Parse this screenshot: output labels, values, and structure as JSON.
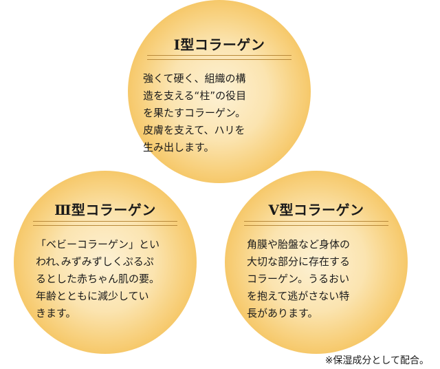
{
  "colors": {
    "circle_center": "#fdf1d4",
    "circle_edge": "#f6c767",
    "rule": "#b8893a",
    "text": "#1a1a1a"
  },
  "types": [
    {
      "title": "Ⅰ型コラーゲン",
      "body": "強くて硬く、組織の構\n造を支える“柱”の役目\nを果たすコラーゲン。\n皮膚を支えて、ハリを\n生み出します。"
    },
    {
      "title": "Ⅲ型コラーゲン",
      "body": "「ベビーコラーゲン」とい\nわれ､みずみずしくぷるぷ\nるとした赤ちゃん肌の要。\n年齢とともに減少してい\nきます。"
    },
    {
      "title": "Ⅴ型コラーゲン",
      "body": "角膜や胎盤など身体の\n大切な部分に存在する\nコラーゲン。うるおい\nを抱えて逃がさない特\n長があります。"
    }
  ],
  "footnote": "※保湿成分として配合。"
}
